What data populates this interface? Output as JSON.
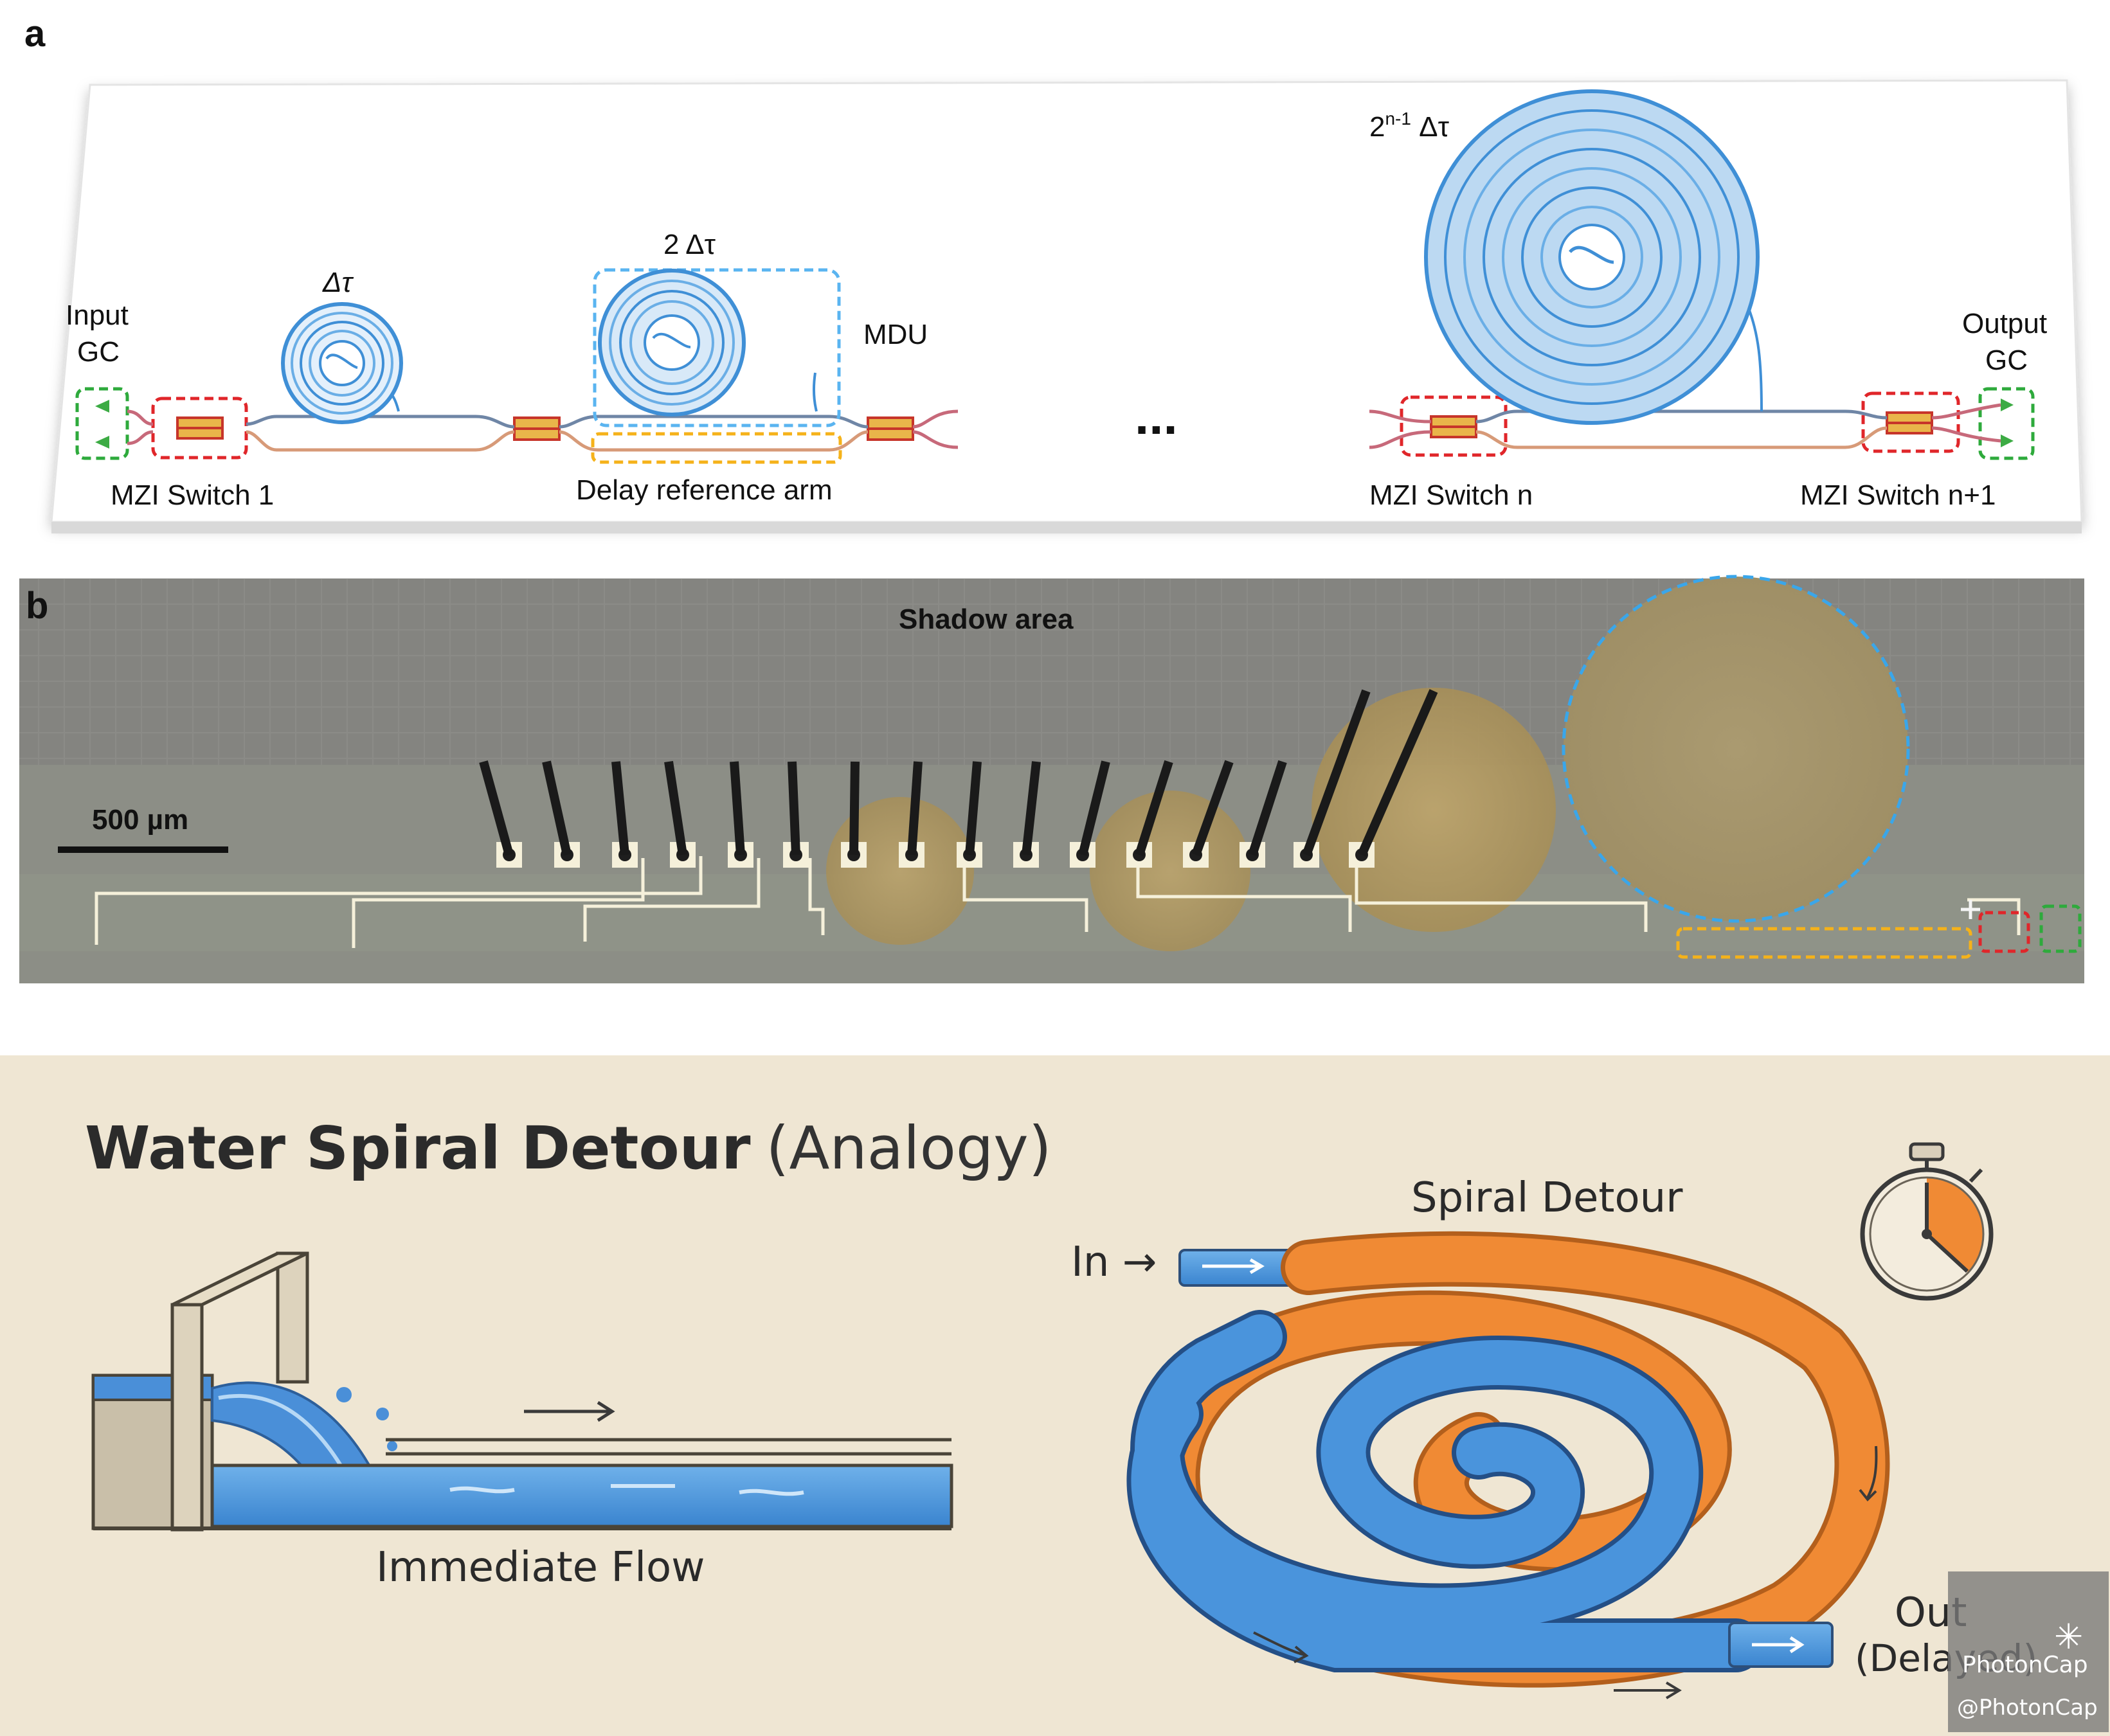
{
  "panel_a": {
    "letter": "a",
    "input_gc": [
      "Input",
      "GC"
    ],
    "output_gc": [
      "Output",
      "GC"
    ],
    "delay_1": "Δτ",
    "delay_2": "2 Δτ",
    "delay_n_base": "2",
    "delay_n_exp": "n-1",
    "delay_n_tail": " Δτ",
    "mdu": "MDU",
    "ellipsis": "...",
    "switch_1": "MZI Switch 1",
    "delay_ref": "Delay reference arm",
    "switch_n": "MZI Switch n",
    "switch_n1": "MZI Switch n+1"
  },
  "panel_b": {
    "letter": "b",
    "shadow_area": "Shadow area",
    "scale_bar": "500 µm"
  },
  "analogy": {
    "title_bold": "Water Spiral Detour",
    "title_paren": "(Analogy)",
    "immediate_flow": "Immediate Flow",
    "spiral_detour": "Spiral Detour",
    "in_label": "In →",
    "out_line1": "Out",
    "out_line2": "(Delayed)"
  },
  "watermark": {
    "brand": "PhotonCap",
    "handle": "@PhotonCap",
    "star_icon": "✳"
  },
  "colors": {
    "green_box": "#2eaa3c",
    "red_box": "#e0262a",
    "blue_box": "#5ab4f0",
    "yellow_box": "#f5b21a",
    "spiral_blue": "#3f8fd6",
    "orange": "#f08a34",
    "water_blue": "#3e8fdb",
    "analogy_bg": "#efe6d3",
    "chip_bg": "#8a8a86"
  }
}
